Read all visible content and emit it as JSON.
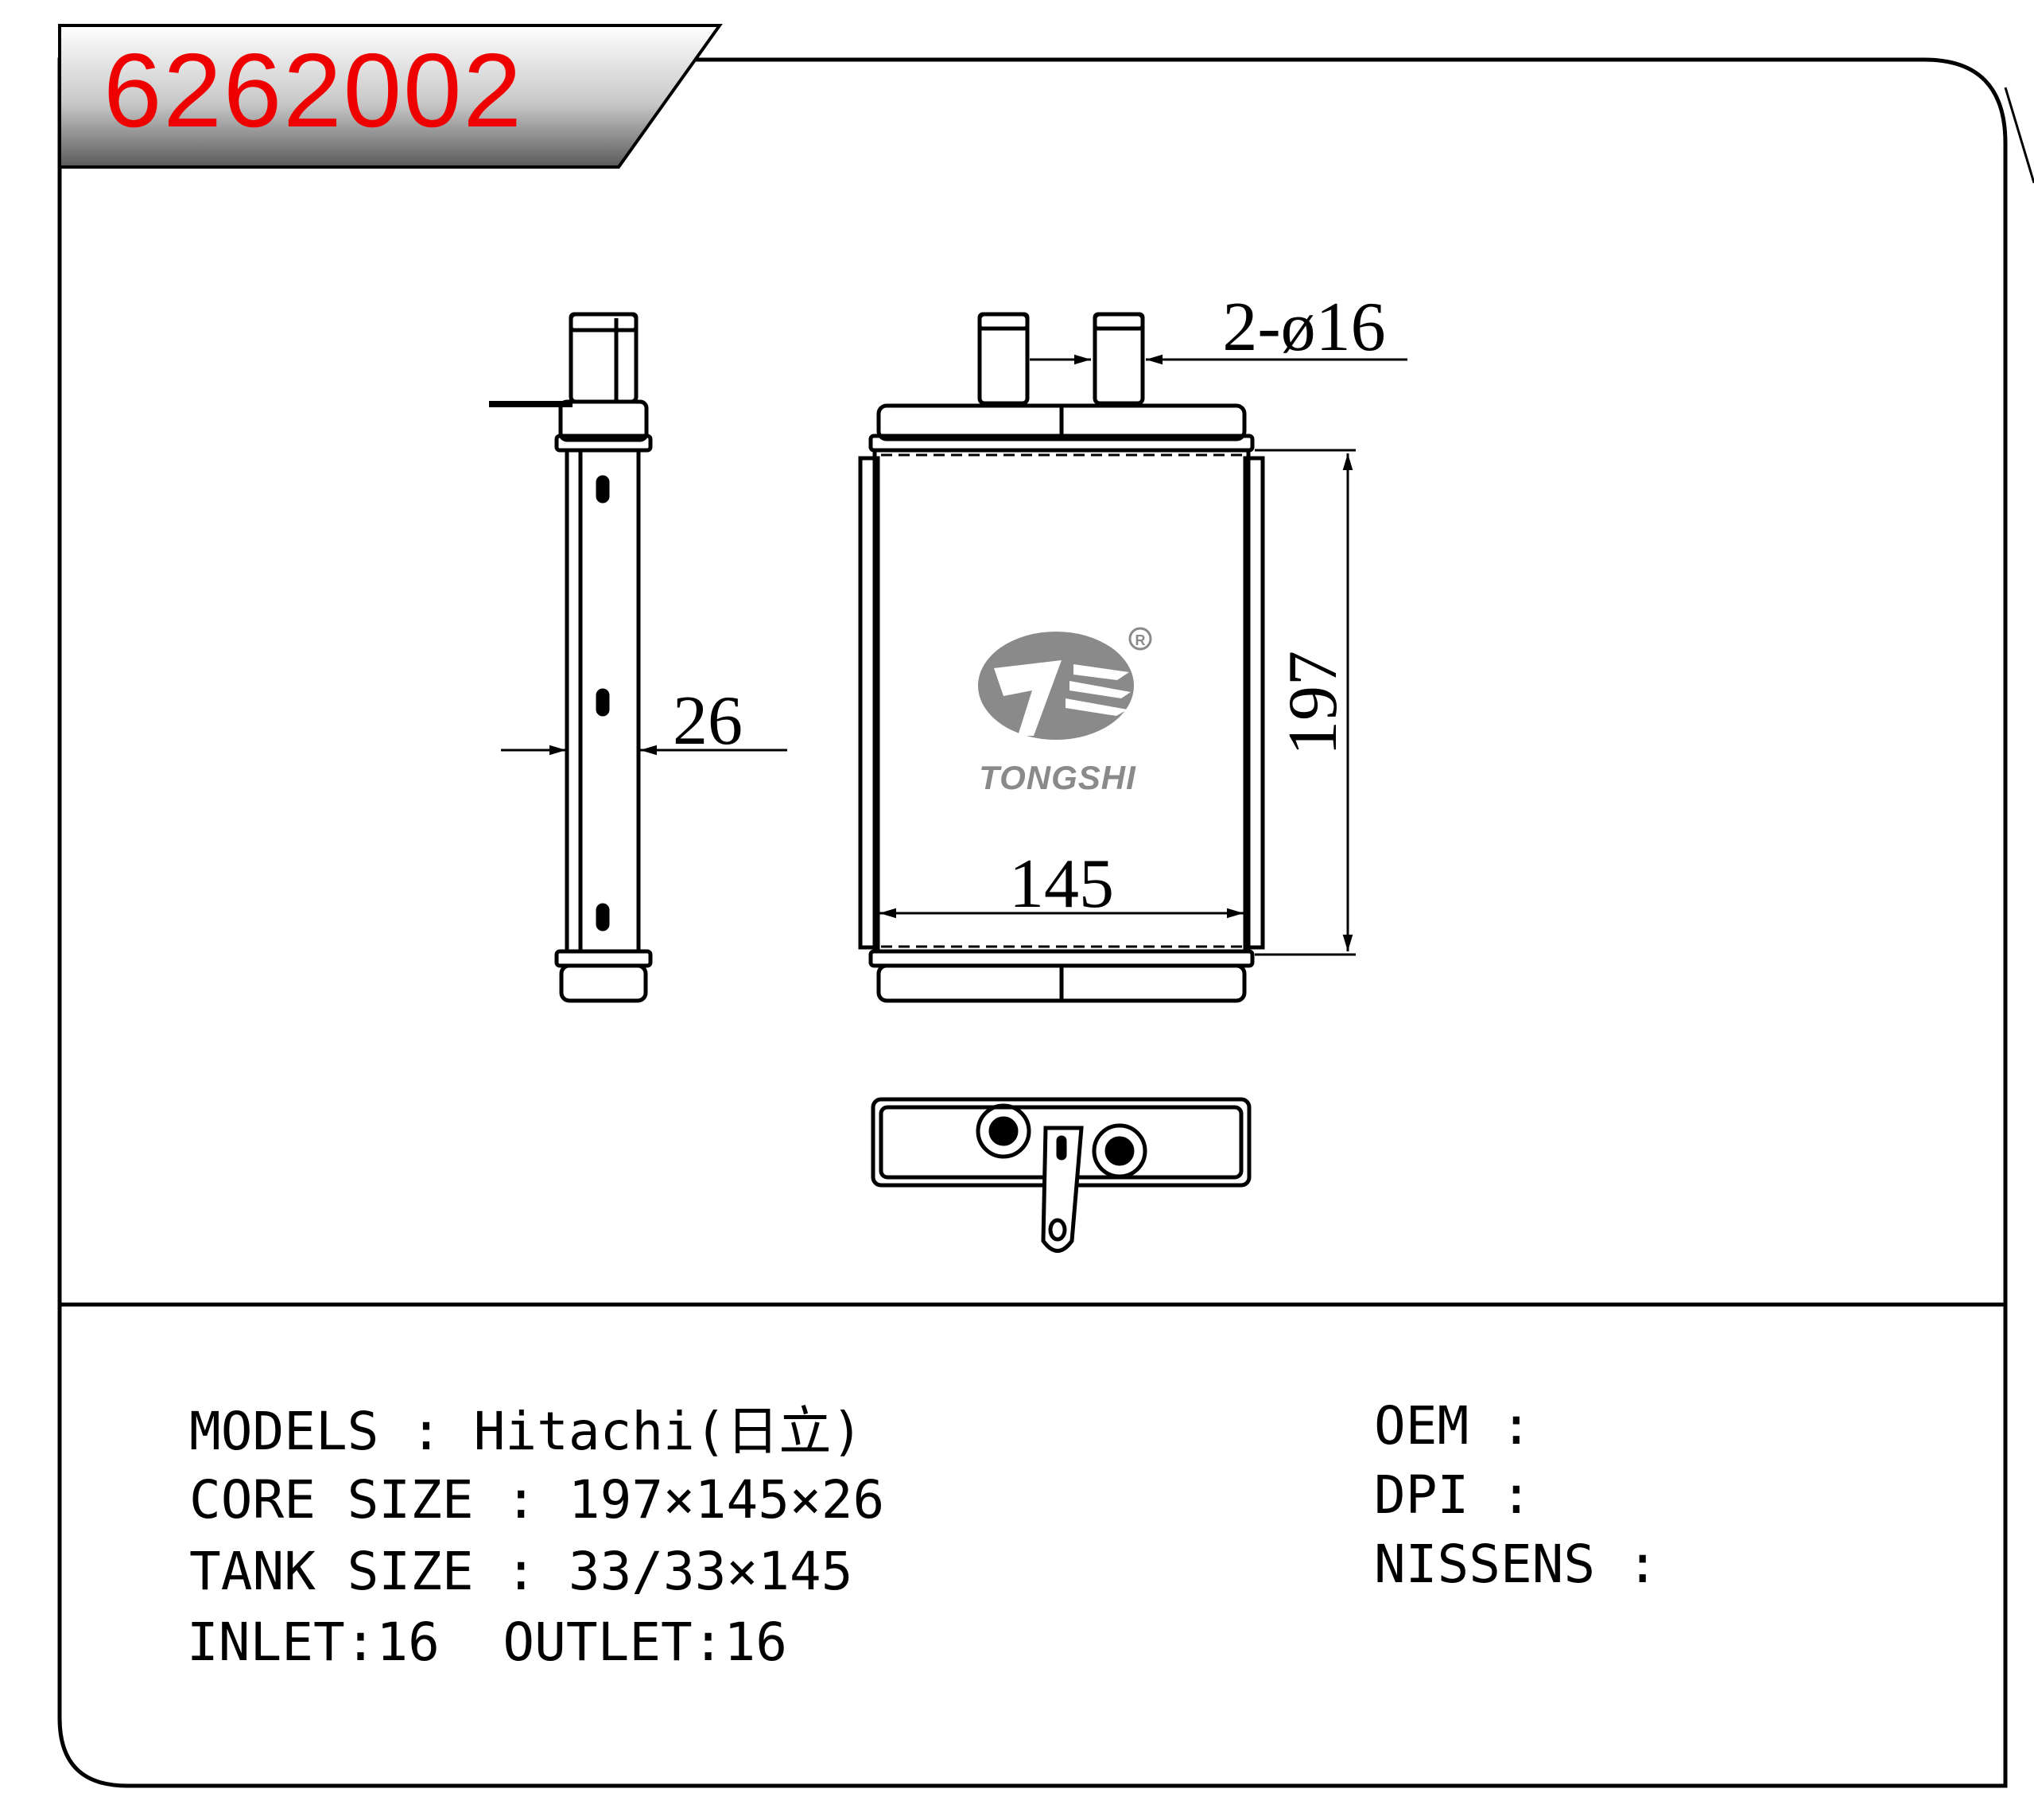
{
  "header": {
    "part_number": "6262002",
    "part_number_color": "#ee0000"
  },
  "drawing": {
    "dim_thickness": "26",
    "dim_width": "145",
    "dim_height": "197",
    "dim_pipe": "2-ø16",
    "logo_text": "TONGSHI",
    "logo_mark": "®"
  },
  "specs": {
    "models": {
      "label": "MODELS",
      "sep": " : ",
      "value": "Hitachi(日立)"
    },
    "core_size": {
      "label": "CORE SIZE",
      "sep": " : ",
      "value": "197×145×26"
    },
    "tank_size": {
      "label": "TANK SIZE",
      "sep": " : ",
      "value": "33/33×145"
    },
    "ports": {
      "inlet": "INLET:16",
      "outlet": "OUTLET:16"
    },
    "oem": {
      "label": "OEM",
      "sep": " :",
      "value": ""
    },
    "dpi": {
      "label": "DPI",
      "sep": " :",
      "value": ""
    },
    "nissens": {
      "label": "NISSENS",
      "sep": " :",
      "value": ""
    }
  }
}
